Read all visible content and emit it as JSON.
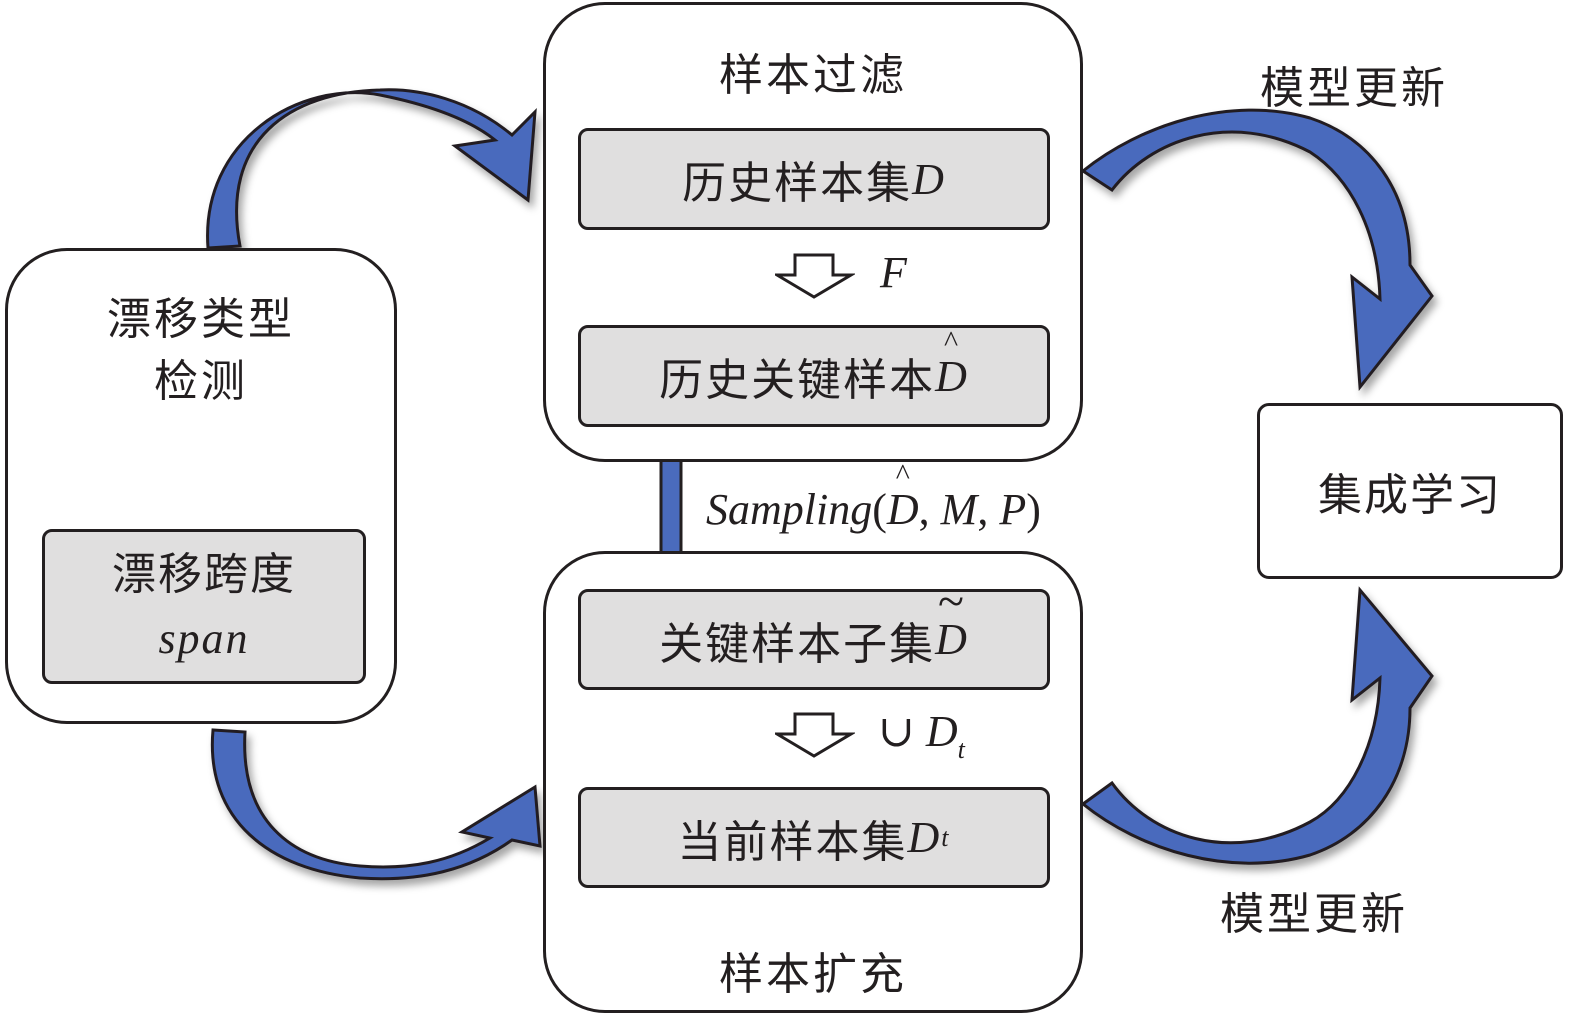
{
  "diagram": {
    "left_group": {
      "title_line1": "漂移类型",
      "title_line2": "检测",
      "inner_box": {
        "line1": "漂移跨度",
        "line2": "span"
      }
    },
    "filter_group": {
      "title": "样本过滤",
      "box_top": {
        "text": "历史样本集",
        "symbol": "D"
      },
      "operator": "F",
      "box_bottom": {
        "text": "历史关键样本",
        "symbol": "D",
        "accent": "^"
      }
    },
    "sampling_label": {
      "func": "Sampling",
      "open": "(",
      "arg1": "D",
      "arg1_accent": "^",
      "sep1": ", ",
      "arg2": "M",
      "sep2": ", ",
      "arg3": "P",
      "close": ")"
    },
    "expand_group": {
      "title": "样本扩充",
      "box_top": {
        "text": "关键样本子集",
        "symbol": "D",
        "accent": "~"
      },
      "operator_union": "∪",
      "operator_symbol": "D",
      "operator_sub": "t",
      "box_bottom": {
        "text": "当前样本集",
        "symbol": "D",
        "sub": "t"
      }
    },
    "ensemble_box": {
      "text": "集成学习"
    },
    "update_label_top": "模型更新",
    "update_label_bottom": "模型更新",
    "colors": {
      "arrow_fill": "#4a6bbd",
      "arrow_dark": "#3d5aa0",
      "stroke": "#231f20",
      "inner_box_fill": "#e0dfdf"
    }
  }
}
